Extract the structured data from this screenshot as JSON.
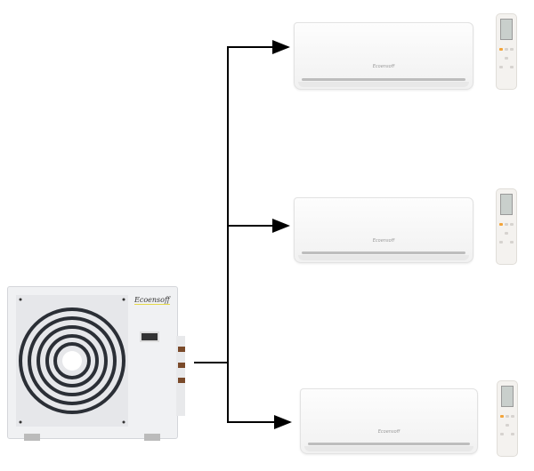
{
  "outdoor_unit": {
    "logo_text": "Ecoensoff"
  },
  "indoor_units": [
    {
      "logo_text": "Ecoensoff"
    },
    {
      "logo_text": "Ecoensoff"
    },
    {
      "logo_text": "Ecoensoff"
    }
  ],
  "colors": {
    "pipe": "#000000",
    "accent": "#f3a43a"
  }
}
